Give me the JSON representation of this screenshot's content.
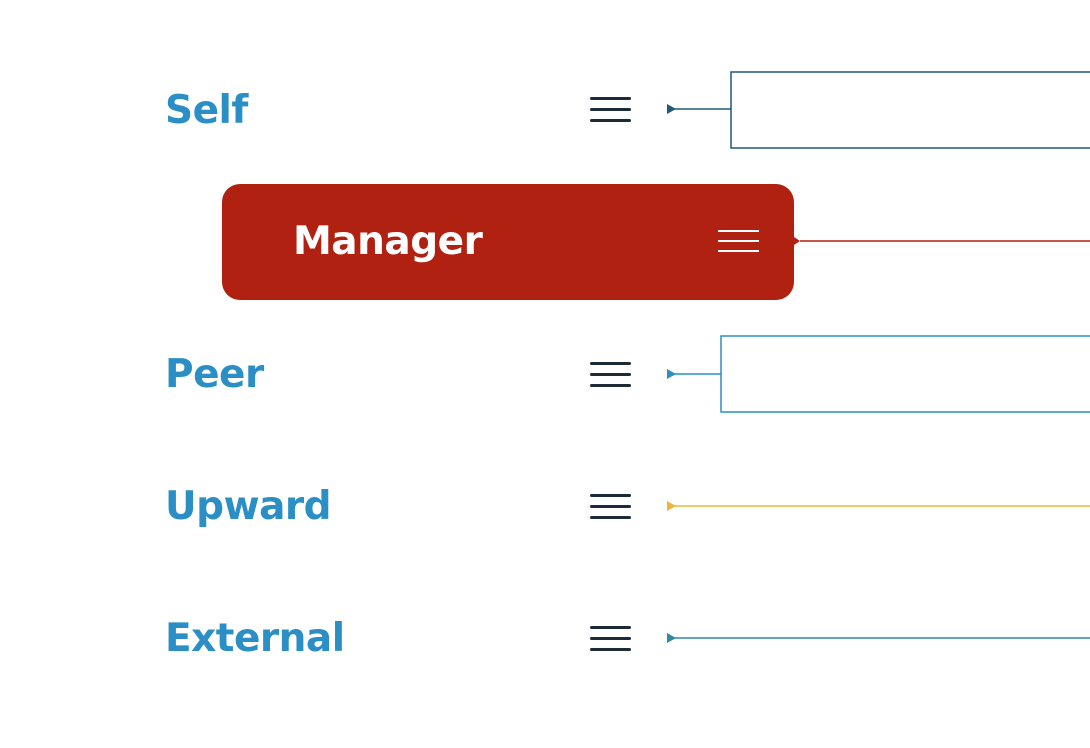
{
  "colors": {
    "label_text": "#2b8fc5",
    "menu_icon": "#1d2a38",
    "manager_bg": "#b02111",
    "manager_text": "#ffffff",
    "self_connector": "#1f5a7c",
    "manager_connector": "#b02111",
    "peer_connector": "#2b8fc5",
    "upward_connector": "#f0b43a",
    "external_connector": "#2d8aa0"
  },
  "rows": {
    "self": {
      "label": "Self",
      "icon": "hamburger-menu-icon"
    },
    "manager": {
      "label": "Manager",
      "icon": "hamburger-menu-icon",
      "selected": true
    },
    "peer": {
      "label": "Peer",
      "icon": "hamburger-menu-icon"
    },
    "upward": {
      "label": "Upward",
      "icon": "hamburger-menu-icon"
    },
    "external": {
      "label": "External",
      "icon": "hamburger-menu-icon"
    }
  }
}
